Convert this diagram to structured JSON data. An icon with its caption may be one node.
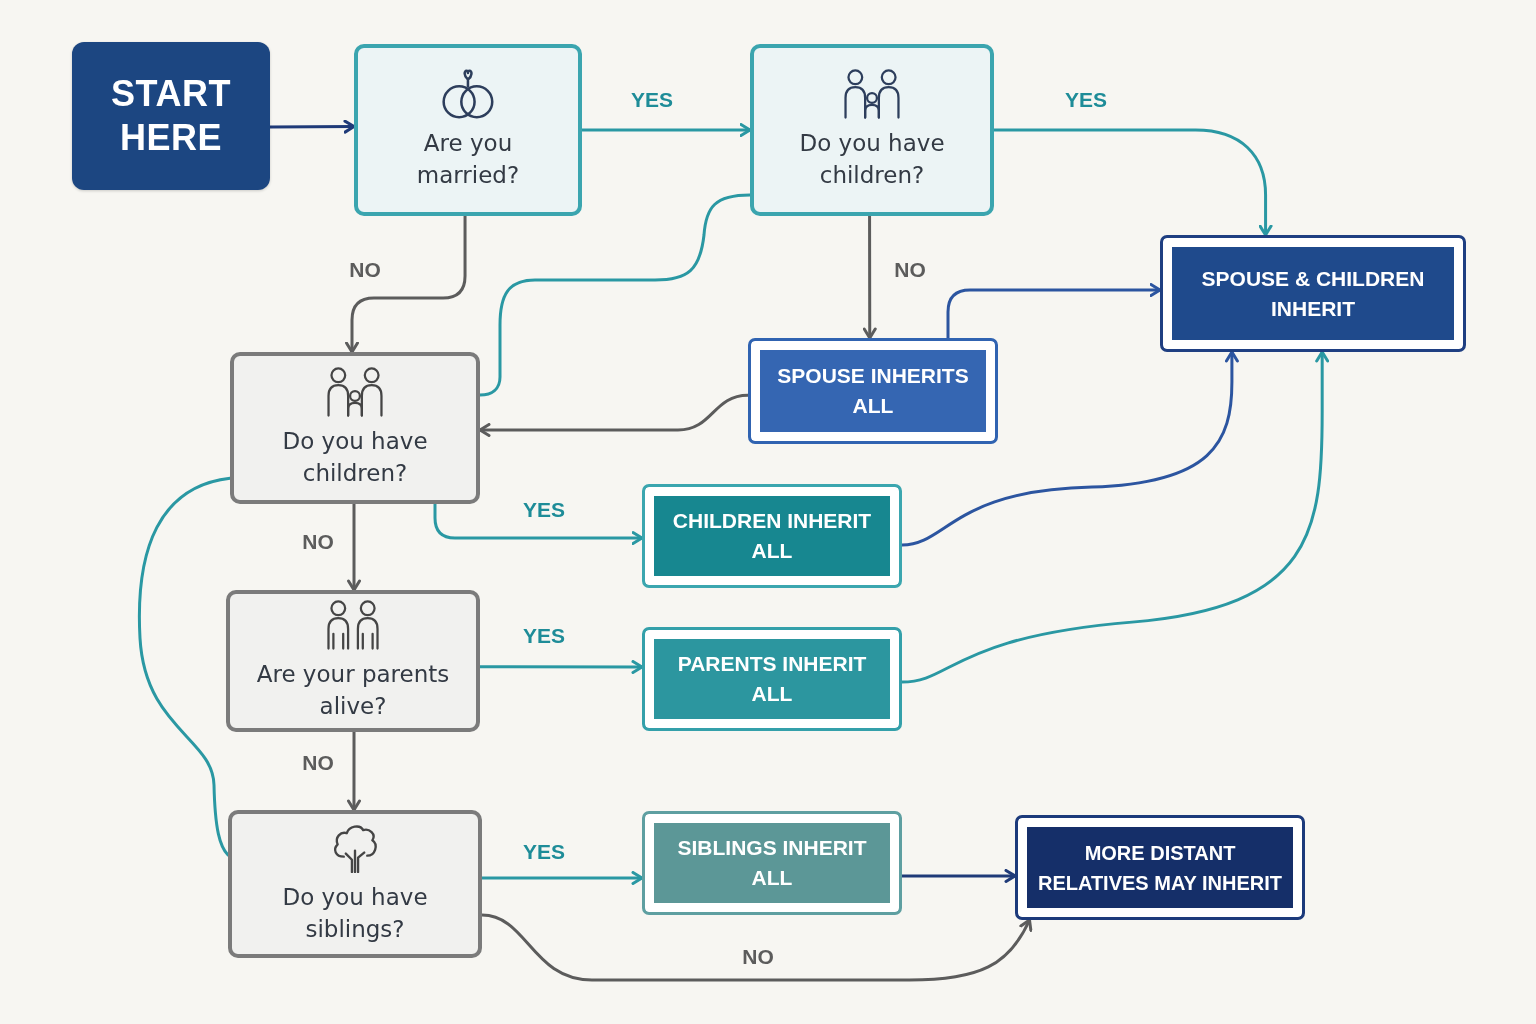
{
  "diagram": {
    "nodes": [
      {
        "text": [
          "START HERE"
        ]
      },
      {
        "text": [
          "Are you married?"
        ]
      },
      {
        "text": [
          "Do you have children?"
        ]
      },
      {
        "text": [
          "SPOUSE & CHILDREN INHERIT"
        ]
      },
      {
        "text": [
          "SPOUSE INHERITS ALL"
        ]
      },
      {
        "text": [
          "Do you have children?"
        ]
      },
      {
        "text": [
          "CHILDREN INHERIT ALL"
        ]
      },
      {
        "text": [
          "Are your parents alive?"
        ]
      },
      {
        "text": [
          "PARENTS INHERIT ALL"
        ]
      },
      {
        "text": [
          "Do you have siblings?"
        ]
      },
      {
        "text": [
          "SIBLINGS INHERIT ALL"
        ]
      },
      {
        "text": [
          "MORE DISTANT RELATIVES MAY INHERIT"
        ]
      }
    ],
    "edges": [
      {
        "from": 0,
        "to": 1,
        "arrow": "to",
        "color": "#1f3a78"
      },
      {
        "from": 1,
        "to": 2,
        "arrow": "to",
        "label": "YES"
      },
      {
        "from": 2,
        "to": 3,
        "arrow": "to",
        "label": "YES"
      },
      {
        "from": 1,
        "to": 5,
        "arrow": "to",
        "label": "NO",
        "color": "#5c5c5c"
      },
      {
        "from": 2,
        "to": 4,
        "arrow": "to",
        "label": "NO",
        "color": "#5c5c5c"
      },
      {
        "from": 2,
        "to": 5,
        "arrow": "none"
      },
      {
        "from": 4,
        "to": 5,
        "arrow": "to",
        "color": "#5c5c5c"
      },
      {
        "from": 4,
        "to": 3,
        "arrow": "to",
        "color": "#2c55a0"
      },
      {
        "from": 5,
        "to": 6,
        "arrow": "to",
        "label": "YES"
      },
      {
        "from": 5,
        "to": 7,
        "arrow": "to",
        "label": "NO",
        "color": "#5c5c5c"
      },
      {
        "from": 6,
        "to": 3,
        "arrow": "to",
        "color": "#2c55a0"
      },
      {
        "from": 7,
        "to": 8,
        "arrow": "to",
        "label": "YES"
      },
      {
        "from": 7,
        "to": 9,
        "arrow": "to",
        "label": "NO",
        "color": "#5c5c5c"
      },
      {
        "from": 8,
        "to": 3,
        "arrow": "to"
      },
      {
        "from": 9,
        "to": 10,
        "arrow": "to",
        "label": "YES"
      },
      {
        "from": 10,
        "to": 11,
        "arrow": "to",
        "color": "#1f3a78"
      },
      {
        "from": 9,
        "to": 11,
        "arrow": "to",
        "label": "NO",
        "color": "#5c5c5c"
      },
      {
        "from": 5,
        "to": 9,
        "arrow": "none"
      }
    ]
  }
}
